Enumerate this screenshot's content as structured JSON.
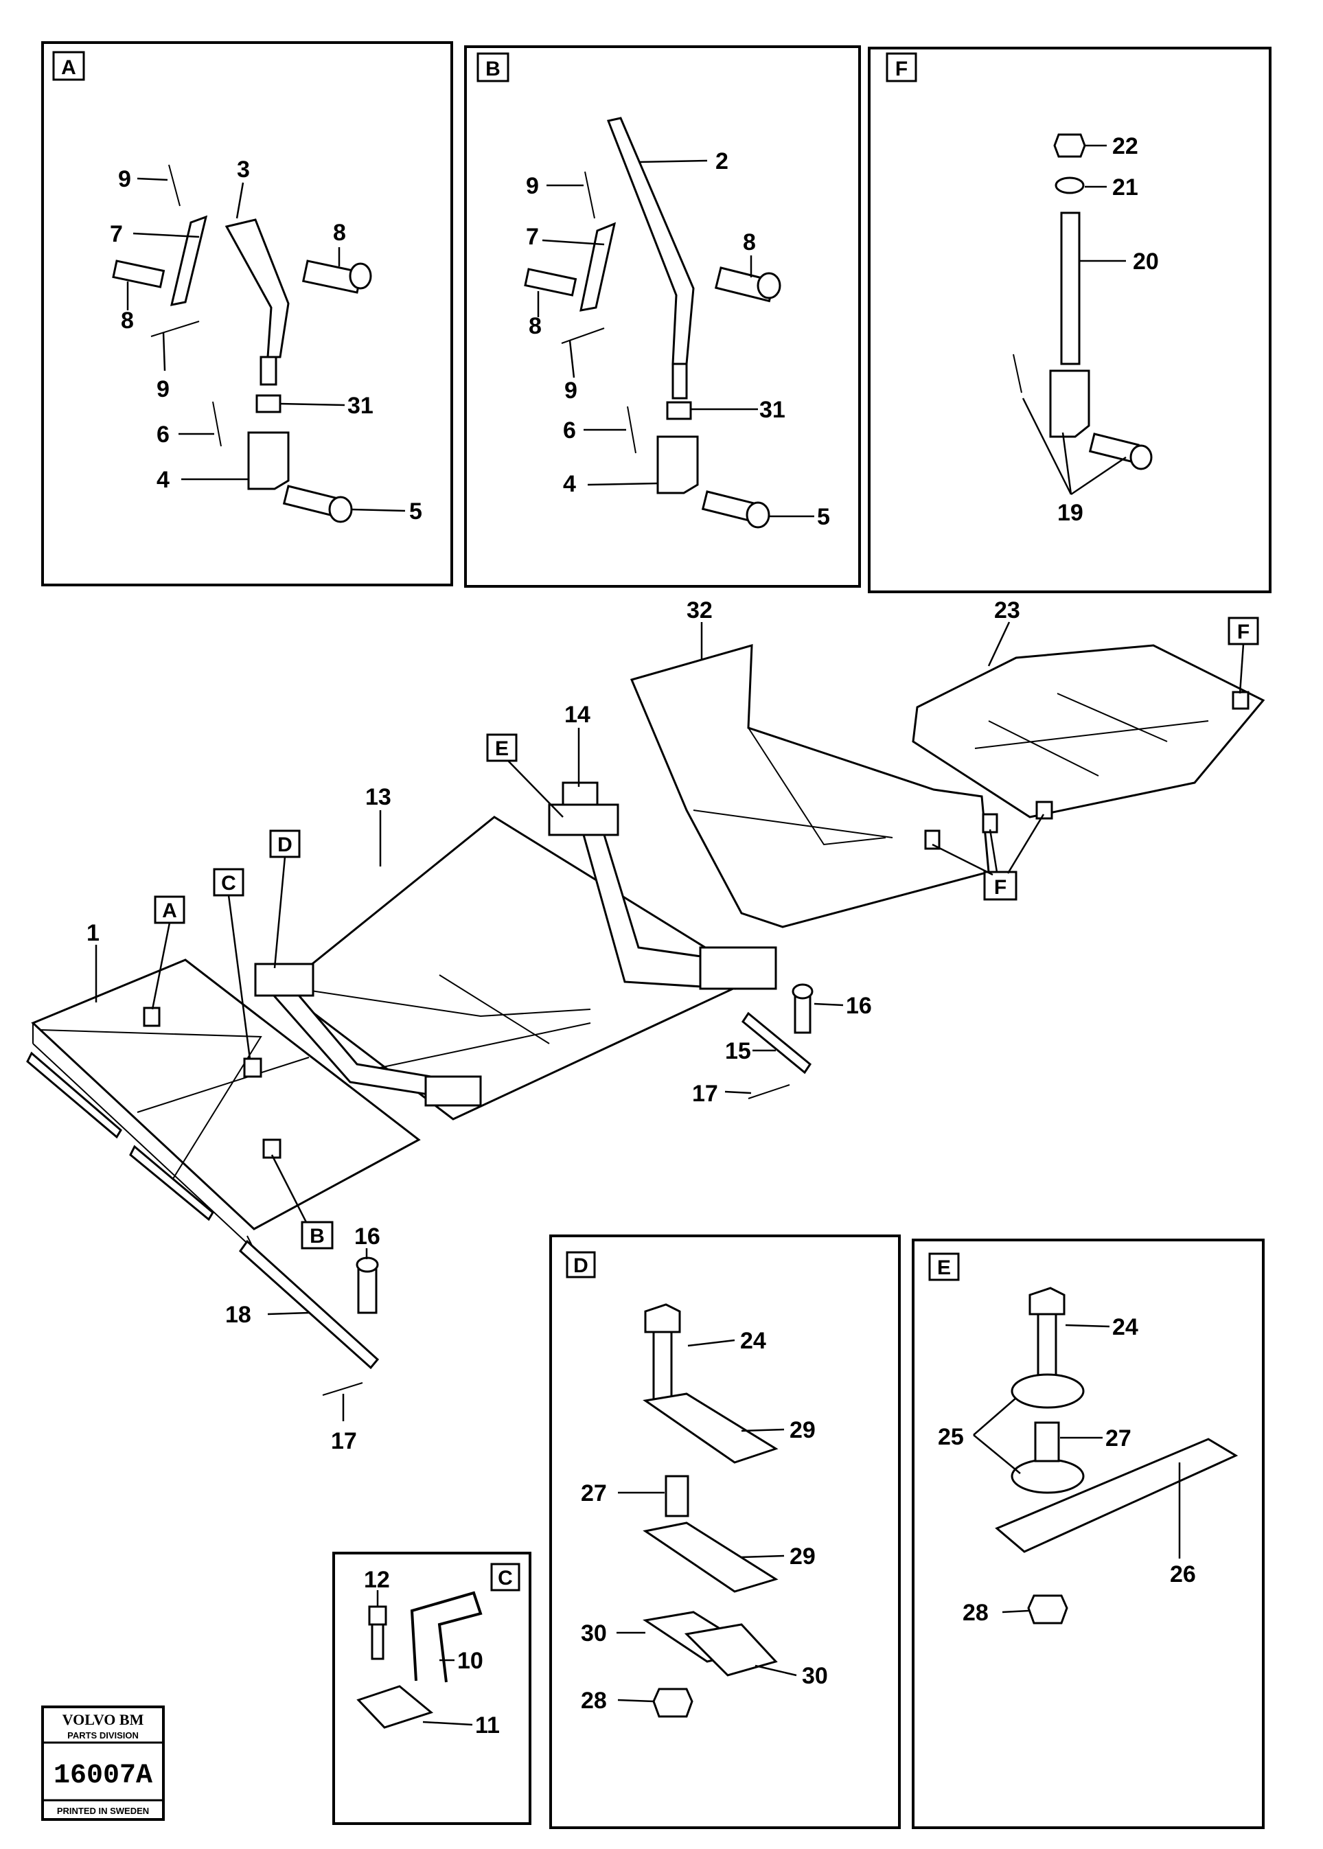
{
  "boxes": {
    "A": {
      "label": "A",
      "callouts": {
        "c9a": "9",
        "c3": "3",
        "c7": "7",
        "c8b": "8",
        "c8a": "8",
        "c9b": "9",
        "c31": "31",
        "c6": "6",
        "c4": "4",
        "c5": "5"
      }
    },
    "B": {
      "label": "B",
      "callouts": {
        "c2": "2",
        "c9a": "9",
        "c7": "7",
        "c8b": "8",
        "c8a": "8",
        "c9b": "9",
        "c31": "31",
        "c6": "6",
        "c4": "4",
        "c5": "5"
      }
    },
    "F": {
      "label": "F",
      "callouts": {
        "c22": "22",
        "c21": "21",
        "c20": "20",
        "c19": "19"
      }
    },
    "D": {
      "label": "D",
      "callouts": {
        "c24": "24",
        "c29a": "29",
        "c27": "27",
        "c29b": "29",
        "c30a": "30",
        "c30b": "30",
        "c28": "28"
      }
    },
    "E": {
      "label": "E",
      "callouts": {
        "c24": "24",
        "c25": "25",
        "c27": "27",
        "c26": "26",
        "c28": "28"
      }
    },
    "C": {
      "label": "C",
      "callouts": {
        "c12": "12",
        "c10": "10",
        "c11": "11"
      }
    }
  },
  "main": {
    "callouts": {
      "c1": "1",
      "c13": "13",
      "c14": "14",
      "c32": "32",
      "c23": "23",
      "c16a": "16",
      "c15": "15",
      "c17a": "17",
      "c16b": "16",
      "c18": "18",
      "c17b": "17"
    },
    "refs": {
      "A": "A",
      "B": "B",
      "C": "C",
      "D": "D",
      "E": "E",
      "F1": "F",
      "F2": "F"
    }
  },
  "stamp": {
    "brand": "VOLVO BM",
    "division": "PARTS DIVISION",
    "number": "16007A",
    "printed": "PRINTED IN SWEDEN"
  }
}
